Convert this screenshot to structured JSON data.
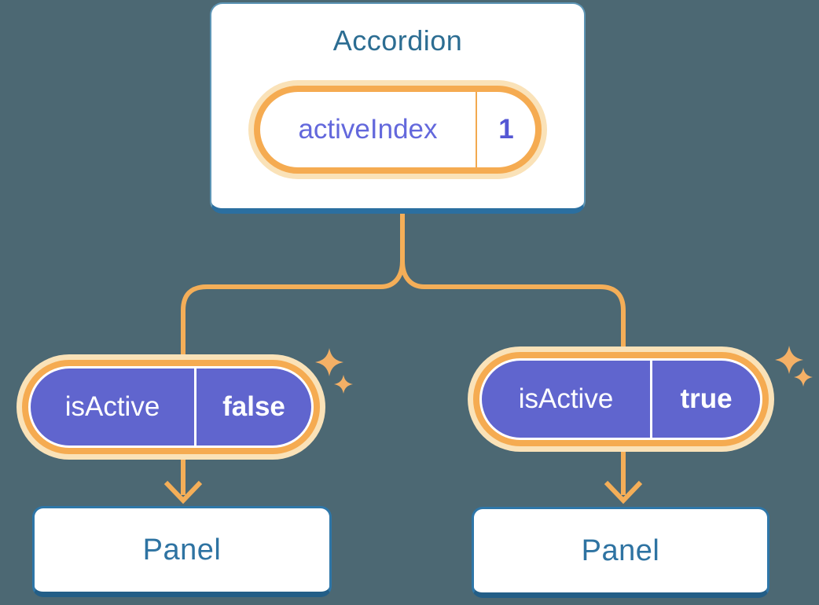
{
  "colors": {
    "background": "#4C6873",
    "connector_orange": "#F4AE58",
    "pill_ring_orange": "#F5AB51",
    "pill_halo_cream": "#FAE2B8",
    "pill_purple": "#6065CE",
    "card_border_blue": "#5D95B5",
    "card_border_bottom_blue": "#2B6FA0",
    "accordion_title_blue": "#2C6D92",
    "panel_text_blue": "#2E73A2",
    "state_name_purple": "#6368DC",
    "state_value_purple": "#5457D4",
    "sparkle_orange": "#F4B066",
    "white": "#FFFFFF"
  },
  "icons": {
    "sparkle": "✦"
  },
  "diagram": {
    "accordion": {
      "title": "Accordion",
      "state": {
        "name": "activeIndex",
        "value": "1"
      }
    },
    "children": [
      {
        "prop": {
          "name": "isActive",
          "value": "false"
        },
        "panel": {
          "label": "Panel"
        }
      },
      {
        "prop": {
          "name": "isActive",
          "value": "true"
        },
        "panel": {
          "label": "Panel"
        }
      }
    ]
  }
}
